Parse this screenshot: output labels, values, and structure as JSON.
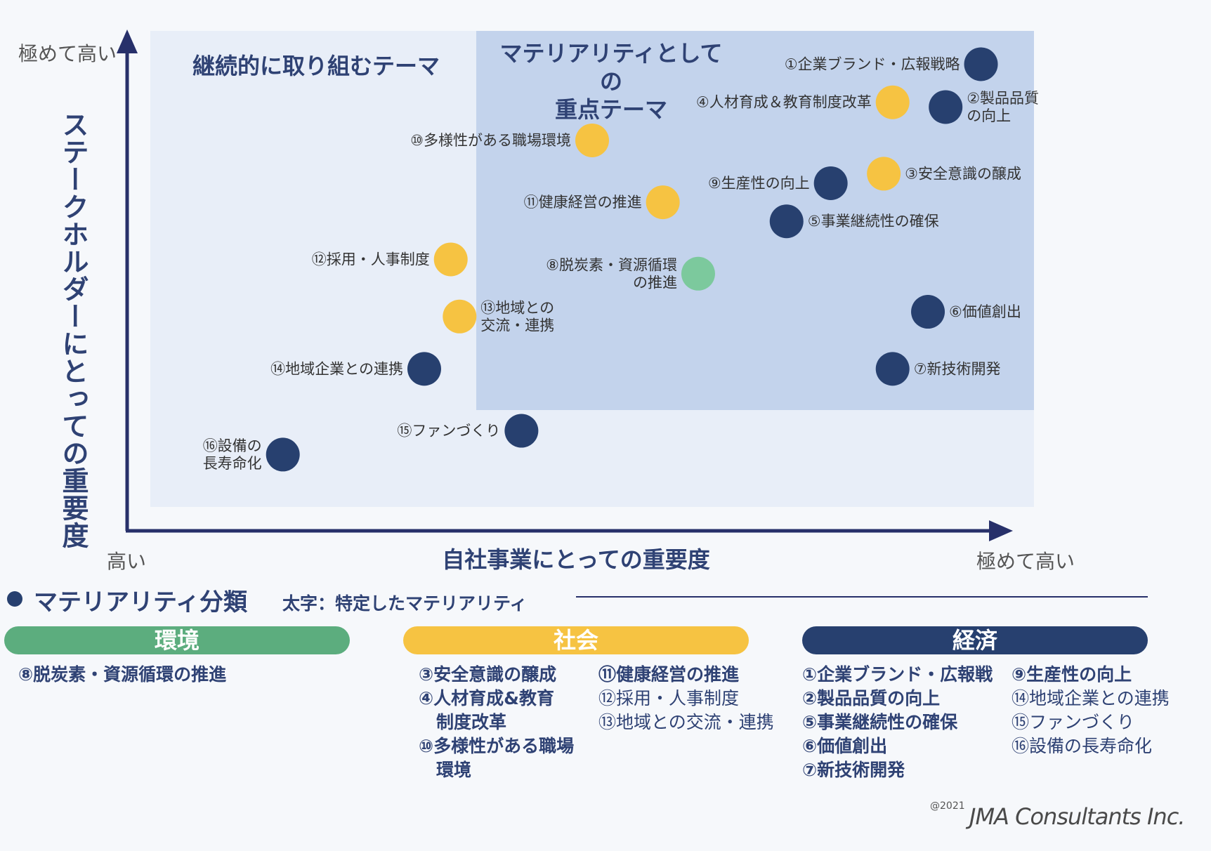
{
  "chart_data": {
    "type": "scatter",
    "ylabel": "ステークホルダーにとっての重要度",
    "xlabel": "自社事業にとっての重要度",
    "axis_ends": {
      "y_top": "極めて高い",
      "x_left": "高い",
      "x_right": "極めて高い"
    },
    "xlim": [
      0,
      100
    ],
    "ylim": [
      0,
      100
    ],
    "regions": {
      "continuous": "継続的に取り組むテーマ",
      "material_line1": "マテリアリティとしての",
      "material_line2": "重点テーマ"
    },
    "categories": [
      {
        "name": "環境",
        "color": "#7cc99d"
      },
      {
        "name": "社会",
        "color": "#f6c342"
      },
      {
        "name": "経済",
        "color": "#27406f"
      }
    ],
    "points": [
      {
        "label": [
          "①企業ブランド・広報戦略"
        ],
        "x": 94,
        "y": 93,
        "category": "経済",
        "side": "left"
      },
      {
        "label": [
          "②製品品質",
          "の向上"
        ],
        "x": 90,
        "y": 84,
        "category": "経済",
        "side": "right"
      },
      {
        "label": [
          "③安全意識の醸成"
        ],
        "x": 83,
        "y": 70,
        "category": "社会",
        "side": "right"
      },
      {
        "label": [
          "④人材育成＆教育制度改革"
        ],
        "x": 84,
        "y": 85,
        "category": "社会",
        "side": "left"
      },
      {
        "label": [
          "⑤事業継続性の確保"
        ],
        "x": 72,
        "y": 60,
        "category": "経済",
        "side": "right"
      },
      {
        "label": [
          "⑥価値創出"
        ],
        "x": 88,
        "y": 41,
        "category": "経済",
        "side": "right"
      },
      {
        "label": [
          "⑦新技術開発"
        ],
        "x": 84,
        "y": 29,
        "category": "経済",
        "side": "right"
      },
      {
        "label": [
          "⑧脱炭素・資源循環",
          "の推進"
        ],
        "x": 62,
        "y": 49,
        "category": "環境",
        "side": "left"
      },
      {
        "label": [
          "⑨生産性の向上"
        ],
        "x": 77,
        "y": 68,
        "category": "経済",
        "side": "left"
      },
      {
        "label": [
          "⑩多様性がある職場環境"
        ],
        "x": 50,
        "y": 77,
        "category": "社会",
        "side": "left"
      },
      {
        "label": [
          "⑪健康経営の推進"
        ],
        "x": 58,
        "y": 64,
        "category": "社会",
        "side": "left"
      },
      {
        "label": [
          "⑫採用・人事制度"
        ],
        "x": 34,
        "y": 52,
        "category": "社会",
        "side": "left"
      },
      {
        "label": [
          "⑬地域との",
          "交流・連携"
        ],
        "x": 35,
        "y": 40,
        "category": "社会",
        "side": "right"
      },
      {
        "label": [
          "⑭地域企業との連携"
        ],
        "x": 31,
        "y": 29,
        "category": "経済",
        "side": "left"
      },
      {
        "label": [
          "⑮ファンづくり"
        ],
        "x": 42,
        "y": 16,
        "category": "経済",
        "side": "left"
      },
      {
        "label": [
          "⑯設備の",
          "長寿命化"
        ],
        "x": 15,
        "y": 11,
        "category": "経済",
        "side": "left"
      }
    ]
  },
  "legend": {
    "title": "マテリアリティ分類",
    "note": "太字：特定したマテリアリティ",
    "env": {
      "label": "環境",
      "items": [
        "⑧脱炭素・資源循環の推進"
      ]
    },
    "soc": {
      "label": "社会",
      "col1": [
        "③安全意識の醸成",
        "④人材育成&教育",
        "　制度改革",
        "⑩多様性がある職場",
        "　環境"
      ],
      "col2": [
        "⑪健康経営の推進",
        "⑫採用・人事制度",
        "⑬地域との交流・連携"
      ]
    },
    "eco": {
      "label": "経済",
      "col1": [
        "①企業ブランド・広報戦",
        "②製品品質の向上",
        "⑤事業継続性の確保",
        "⑥価値創出",
        "⑦新技術開発"
      ],
      "col2": [
        "⑨生産性の向上",
        "⑭地域企業との連携",
        "⑮ファンづくり",
        "⑯設備の長寿命化"
      ]
    }
  },
  "footer": {
    "copyright": "@2021",
    "brand": "JMA Consultants Inc."
  }
}
